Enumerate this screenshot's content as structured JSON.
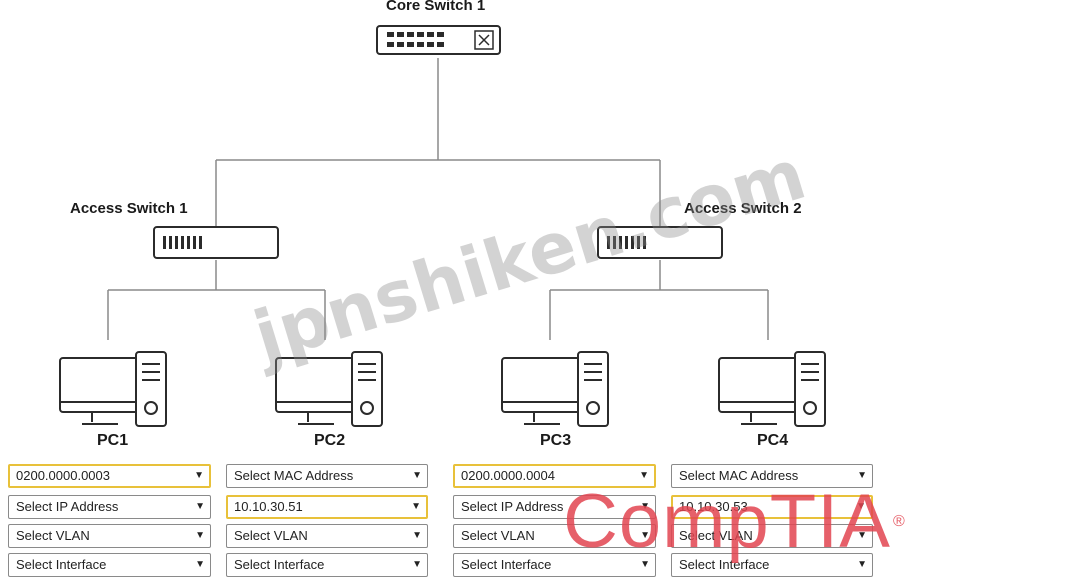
{
  "devices": {
    "core": {
      "label": "Core Switch 1",
      "icon": "core-switch-icon"
    },
    "access1": {
      "label": "Access Switch 1",
      "icon": "access-switch-icon"
    },
    "access2": {
      "label": "Access Switch 2",
      "icon": "access-switch-icon"
    },
    "pc1": {
      "label": "PC1",
      "icon": "desktop-pc-icon"
    },
    "pc2": {
      "label": "PC2",
      "icon": "desktop-pc-icon"
    },
    "pc3": {
      "label": "PC3",
      "icon": "desktop-pc-icon"
    },
    "pc4": {
      "label": "PC4",
      "icon": "desktop-pc-icon"
    }
  },
  "pc_config": {
    "pc1": {
      "mac": "0200.0000.0003",
      "ip": "Select IP Address",
      "vlan": "Select VLAN",
      "interface": "Select Interface"
    },
    "pc2": {
      "mac": "Select MAC Address",
      "ip": "10.10.30.51",
      "vlan": "Select VLAN",
      "interface": "Select Interface"
    },
    "pc3": {
      "mac": "0200.0000.0004",
      "ip": "Select IP Address",
      "vlan": "Select VLAN",
      "interface": "Select Interface"
    },
    "pc4": {
      "mac": "Select MAC Address",
      "ip": "10.10.30.53",
      "vlan": "Select VLAN",
      "interface": "Select Interface"
    }
  },
  "colors": {
    "line": "#8a8a8a",
    "device_stroke": "#2b2b2b",
    "highlight": "#e8c13a",
    "logo": "#e24450"
  },
  "watermarks": {
    "text": "jpnshiken.com",
    "logo": "CompTIA",
    "logo_mark": "®"
  }
}
